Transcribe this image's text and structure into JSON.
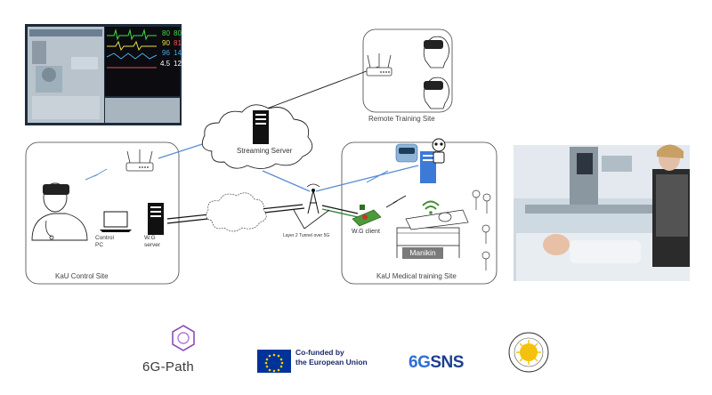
{
  "sites": {
    "remote": "Remote Training Site",
    "control": "KaU Control Site",
    "medical": "KaU Medical training Site"
  },
  "nodes": {
    "streaming_server": "Streaming Server",
    "control_pc_line1": "Control",
    "control_pc_line2": "PC",
    "wg_server_line1": "W.G",
    "wg_server_line2": "server",
    "wg_client": "W.G client",
    "manikin": "Manikin",
    "tunnel": "Layer 2 Tunnel over 5G"
  },
  "logos": {
    "project": "6G-Path",
    "eu_line1": "Co-funded by",
    "eu_line2": "the European Union",
    "sns_prefix": "6G",
    "sns_suffix": "SNS"
  },
  "monitor_readouts": [
    "80",
    "80",
    "90",
    "81",
    "96",
    "14",
    "4.5",
    "12"
  ],
  "colors": {
    "link_blue": "#5b8ed6",
    "link_black": "#111111",
    "tunnel_green": "#2e8b3a",
    "eu_blue": "#003399",
    "eu_star": "#ffcc00",
    "path_purple": "#8a4fb8"
  }
}
